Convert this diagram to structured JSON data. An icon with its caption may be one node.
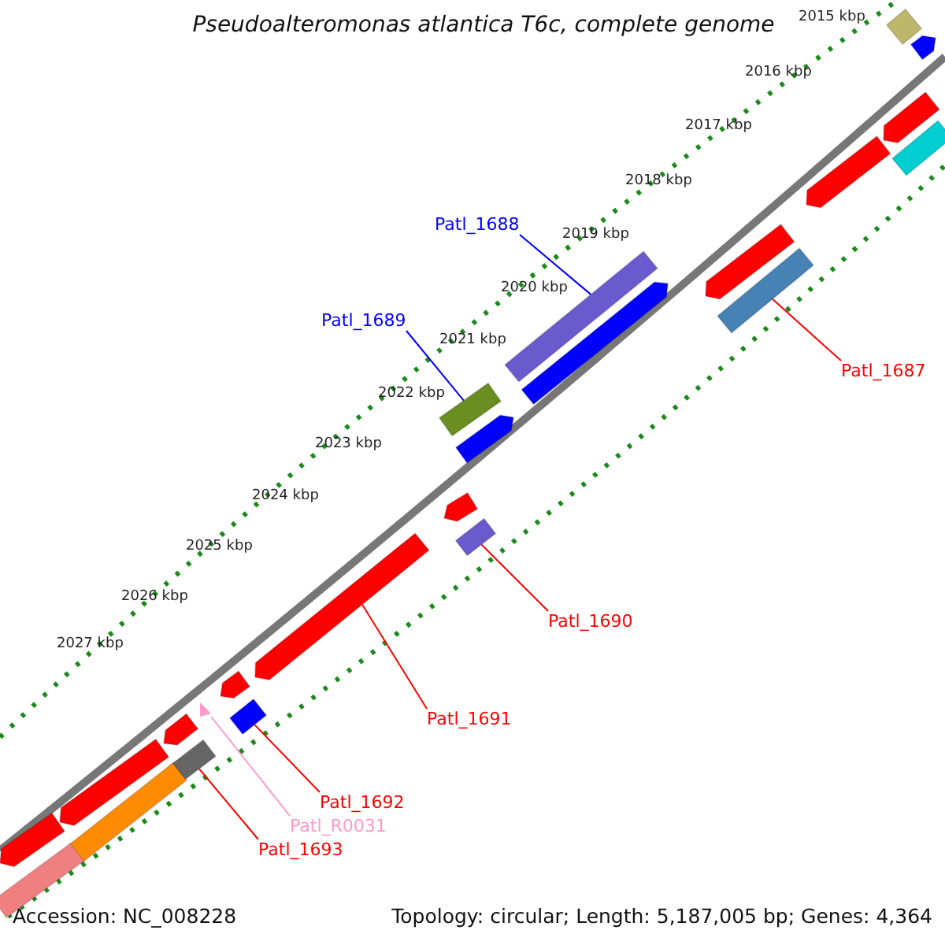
{
  "diagram": {
    "title": "Pseudoalteromonas atlantica T6c, complete genome",
    "nodes": [
      {
        "text": [
          "Patl_1688"
        ]
      },
      {
        "text": [
          "Patl_1689"
        ]
      },
      {
        "text": [
          "Patl_1687"
        ]
      },
      {
        "text": [
          "Patl_1690"
        ]
      },
      {
        "text": [
          "Patl_1691"
        ]
      },
      {
        "text": [
          "Patl_1692"
        ]
      },
      {
        "text": [
          "Patl_R0031"
        ]
      },
      {
        "text": [
          "Patl_1693"
        ]
      },
      {
        "text": [],
        "shape": "bar"
      },
      {
        "text": [],
        "shape": "bar"
      },
      {
        "text": [],
        "shape": "bar"
      },
      {
        "text": [],
        "shape": "bar"
      },
      {
        "text": [],
        "shape": "bar"
      },
      {
        "text": [],
        "shape": "bar"
      },
      {
        "text": [],
        "shape": "bar"
      },
      {
        "text": [],
        "shape": "bar"
      },
      {
        "text": [],
        "shape": "bar"
      },
      {
        "text": [],
        "shape": "bar"
      },
      {
        "text": [],
        "shape": "bar"
      },
      {
        "text": [],
        "shape": "bar"
      },
      {
        "text": [],
        "shape": "bar"
      },
      {
        "text": [],
        "shape": "bar"
      },
      {
        "text": [],
        "shape": "bar"
      },
      {
        "text": [],
        "shape": "triangle"
      },
      {
        "text": [],
        "shape": "bar"
      },
      {
        "text": [],
        "shape": "bar"
      },
      {
        "text": [],
        "shape": "bar"
      },
      {
        "text": [],
        "shape": "bar"
      },
      {
        "text": [],
        "shape": "bar"
      },
      {
        "text": [],
        "shape": "bar"
      },
      {
        "text": [],
        "shape": "bar"
      }
    ],
    "edges": [
      {
        "from": 0,
        "to": 13,
        "arrow": "none",
        "color": "#0000ff"
      },
      {
        "from": 1,
        "to": 17,
        "arrow": "none",
        "color": "#0000ff"
      },
      {
        "from": 2,
        "to": 15,
        "arrow": "none"
      },
      {
        "from": 3,
        "to": 20,
        "arrow": "none"
      },
      {
        "from": 4,
        "to": 21,
        "arrow": "none"
      },
      {
        "from": 5,
        "to": 24,
        "arrow": "none"
      },
      {
        "from": 6,
        "to": 23,
        "arrow": "none",
        "color": "#ff99cc"
      },
      {
        "from": 7,
        "to": 26,
        "arrow": "none"
      }
    ],
    "labels": [
      "2015 kbp",
      "2016 kbp",
      "2017 kbp",
      "2018 kbp",
      "2019 kbp",
      "2020 kbp",
      "2021 kbp",
      "2022 kbp",
      "2023 kbp",
      "2024 kbp",
      "2025 kbp",
      "2026 kbp",
      "2027 kbp",
      "Accession: NC_008228",
      "Topology: circular; Length: 5,187,005 bp; Genes: 4,364"
    ]
  }
}
